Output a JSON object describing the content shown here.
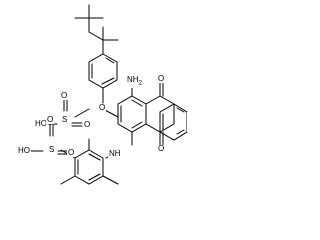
{
  "labels": {
    "nh2": "NH",
    "nh2_sub": "2",
    "o_top": "O",
    "o_bottom": "O",
    "o_ether": "O",
    "so3h_left_s": "S",
    "so3h_left_o_top": "O",
    "so3h_left_o_right": "O",
    "so3h_left_ho": "HO",
    "nh": "NH",
    "s_bottom": "S",
    "so3h_bottom_o_top": "O",
    "so3h_bottom_o_right": "O",
    "so3h_bottom_ho": "HO"
  }
}
